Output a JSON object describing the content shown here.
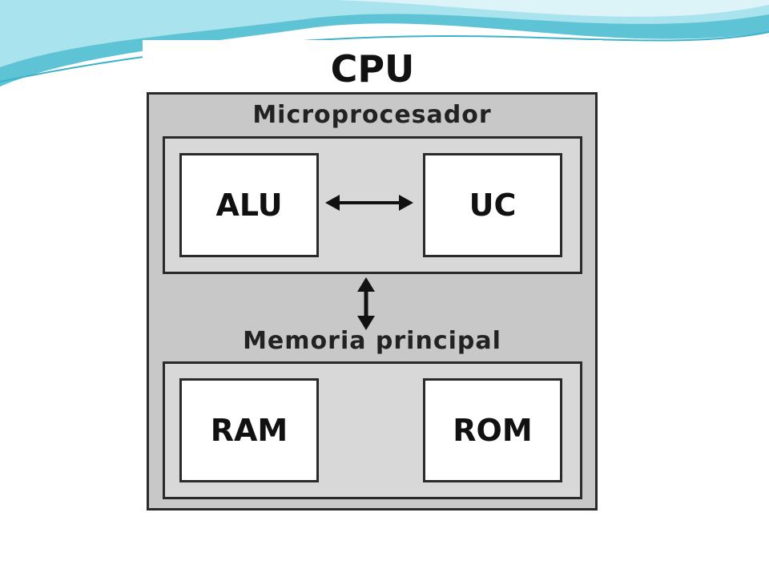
{
  "diagram": {
    "title": "CPU",
    "microprocessor": {
      "label": "Microprocesador",
      "left_unit": "ALU",
      "right_unit": "UC"
    },
    "memory": {
      "label": "Memoria principal",
      "left_unit": "RAM",
      "right_unit": "ROM"
    }
  },
  "colors": {
    "wave_teal": "#5fc3d6",
    "wave_light": "#a9e3ee",
    "box_border": "#2a2a2a",
    "cpu_fill": "#c8c8c8",
    "frame_fill": "#d8d8d8"
  }
}
